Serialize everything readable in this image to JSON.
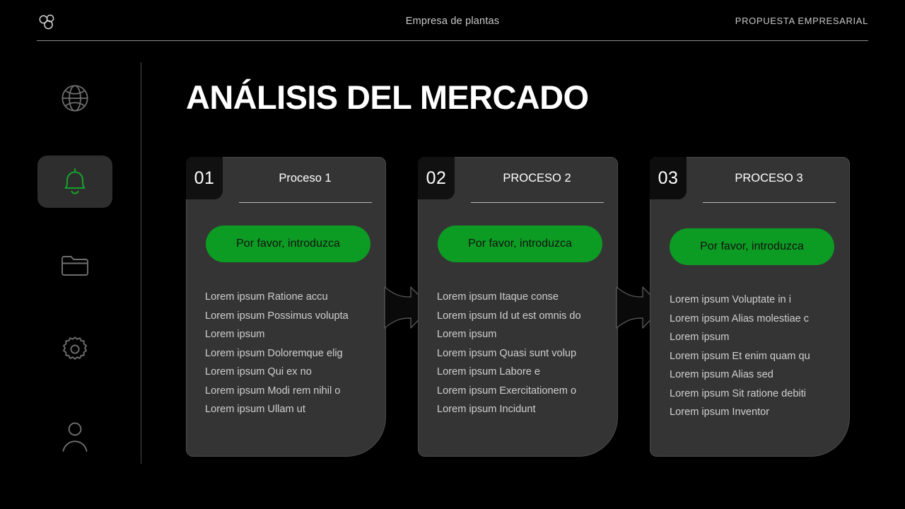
{
  "header": {
    "logo_icon": "three-circles-logo-icon",
    "center_title": "Empresa de plantas",
    "right_label": "PROPUESTA EMPRESARIAL"
  },
  "sidebar": {
    "items": [
      {
        "name": "globe",
        "icon": "globe-icon",
        "active": false
      },
      {
        "name": "notifications",
        "icon": "bell-icon",
        "active": true
      },
      {
        "name": "files",
        "icon": "folder-icon",
        "active": false
      },
      {
        "name": "settings",
        "icon": "gear-icon",
        "active": false
      },
      {
        "name": "account",
        "icon": "user-icon",
        "active": false
      }
    ],
    "active_color": "#16a02a",
    "active_background": "#2e2e2e",
    "inactive_color": "#6f6f6f"
  },
  "main": {
    "title": "ANÁLISIS DEL MERCADO",
    "accent_color": "#0d9c23",
    "card_background": "#343434",
    "cards": [
      {
        "number": "01",
        "title": "Proceso 1",
        "cta": "Por favor, introduzca",
        "items": [
          "Lorem ipsum Ratione accu",
          "Lorem ipsum Possimus volupta",
          "Lorem ipsum",
          "Lorem ipsum Doloremque elig",
          "Lorem ipsum Qui ex no",
          "Lorem ipsum Modi rem nihil o",
          "Lorem ipsum Ullam ut"
        ]
      },
      {
        "number": "02",
        "title": "PROCESO 2",
        "cta": "Por favor, introduzca",
        "items": [
          "Lorem ipsum Itaque conse",
          "Lorem ipsum Id ut est omnis do",
          "Lorem ipsum",
          "Lorem ipsum Quasi sunt volup",
          "Lorem ipsum Labore e",
          "Lorem ipsum Exercitationem o",
          "Lorem ipsum Incidunt"
        ]
      },
      {
        "number": "03",
        "title": "PROCESO 3",
        "cta": "Por favor, introduzca",
        "items": [
          "Lorem ipsum Voluptate in i",
          "Lorem ipsum Alias molestiae c",
          "Lorem ipsum",
          "Lorem ipsum Et enim quam qu",
          "Lorem ipsum Alias sed",
          "Lorem ipsum Sit ratione debiti",
          "Lorem ipsum Inventor"
        ]
      }
    ],
    "connectors": [
      {
        "icon": "arrow-right-icon"
      },
      {
        "icon": "arrow-right-icon"
      }
    ]
  }
}
